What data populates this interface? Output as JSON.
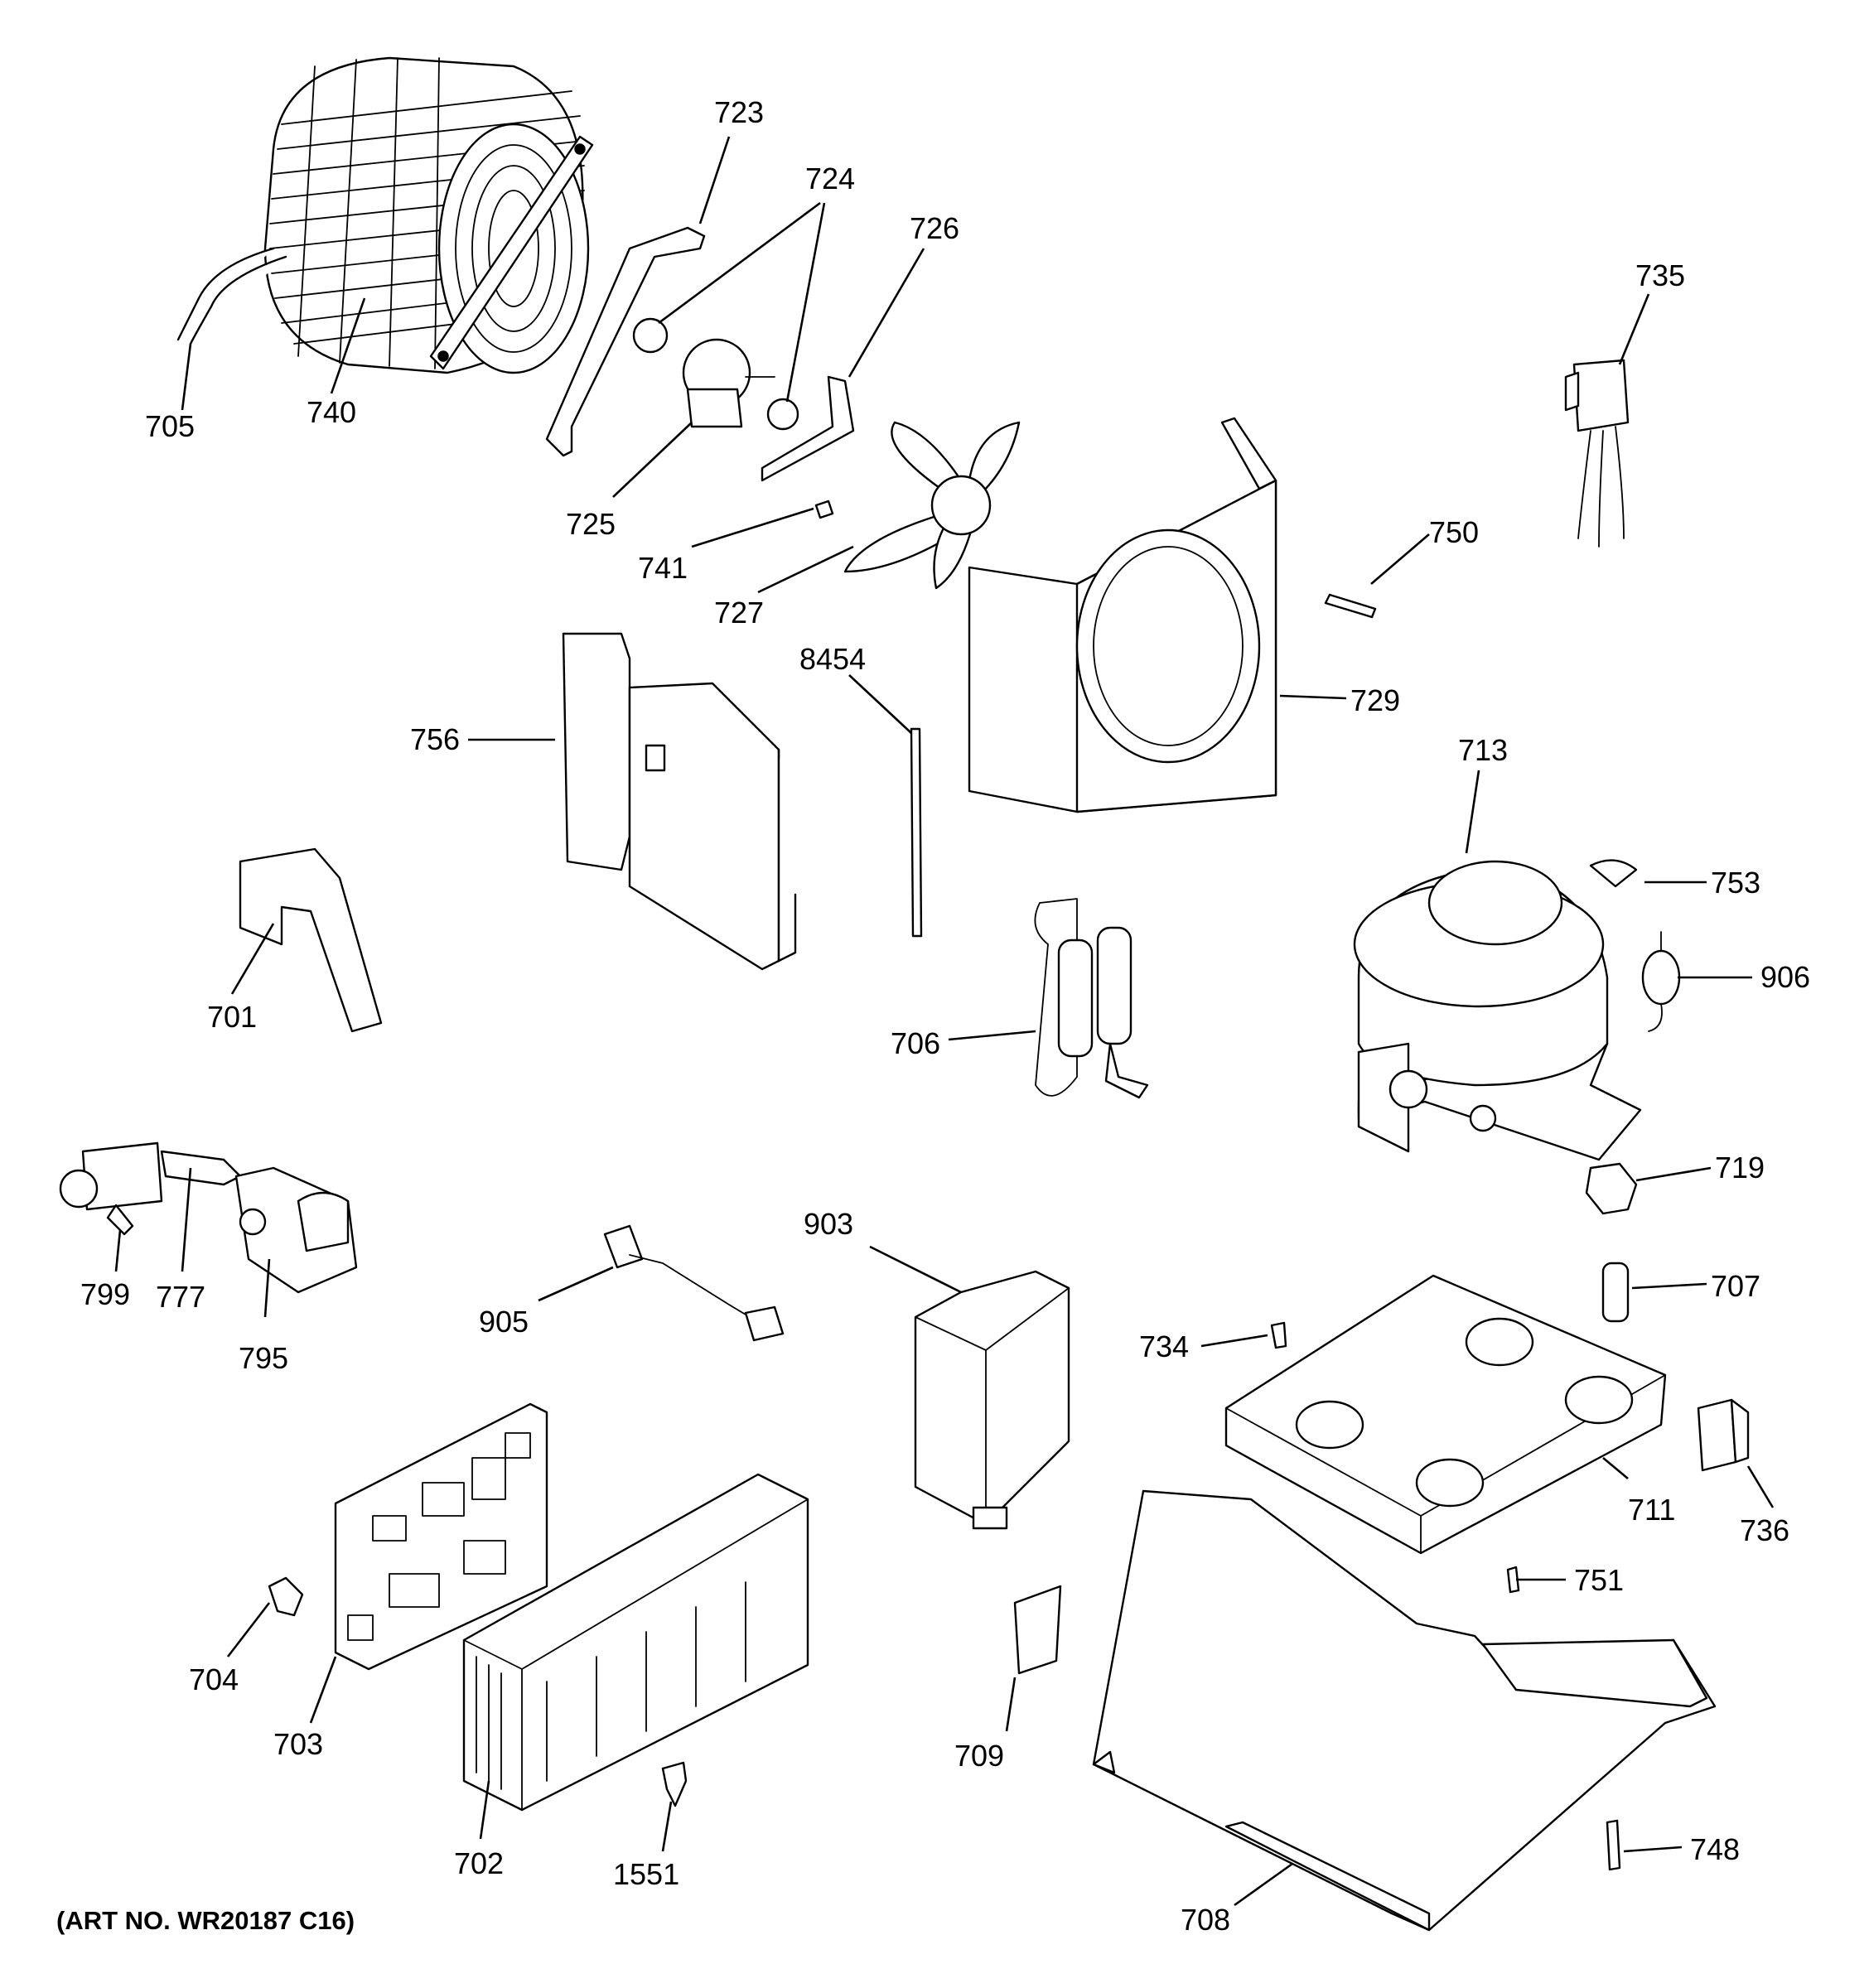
{
  "diagram": {
    "art_number": "(ART NO. WR20187 C16)",
    "labels": {
      "p705": "705",
      "p740": "740",
      "p723": "723",
      "p724": "724",
      "p726": "726",
      "p725": "725",
      "p741": "741",
      "p727": "727",
      "p735": "735",
      "p750": "750",
      "p729": "729",
      "p756": "756",
      "p8454": "8454",
      "p713": "713",
      "p753": "753",
      "p906": "906",
      "p701": "701",
      "p706": "706",
      "p719": "719",
      "p799": "799",
      "p777": "777",
      "p795": "795",
      "p905": "905",
      "p903": "903",
      "p707": "707",
      "p734": "734",
      "p711": "711",
      "p736": "736",
      "p751": "751",
      "p704": "704",
      "p703": "703",
      "p709": "709",
      "p702": "702",
      "p1551": "1551",
      "p748": "748",
      "p708": "708"
    }
  }
}
